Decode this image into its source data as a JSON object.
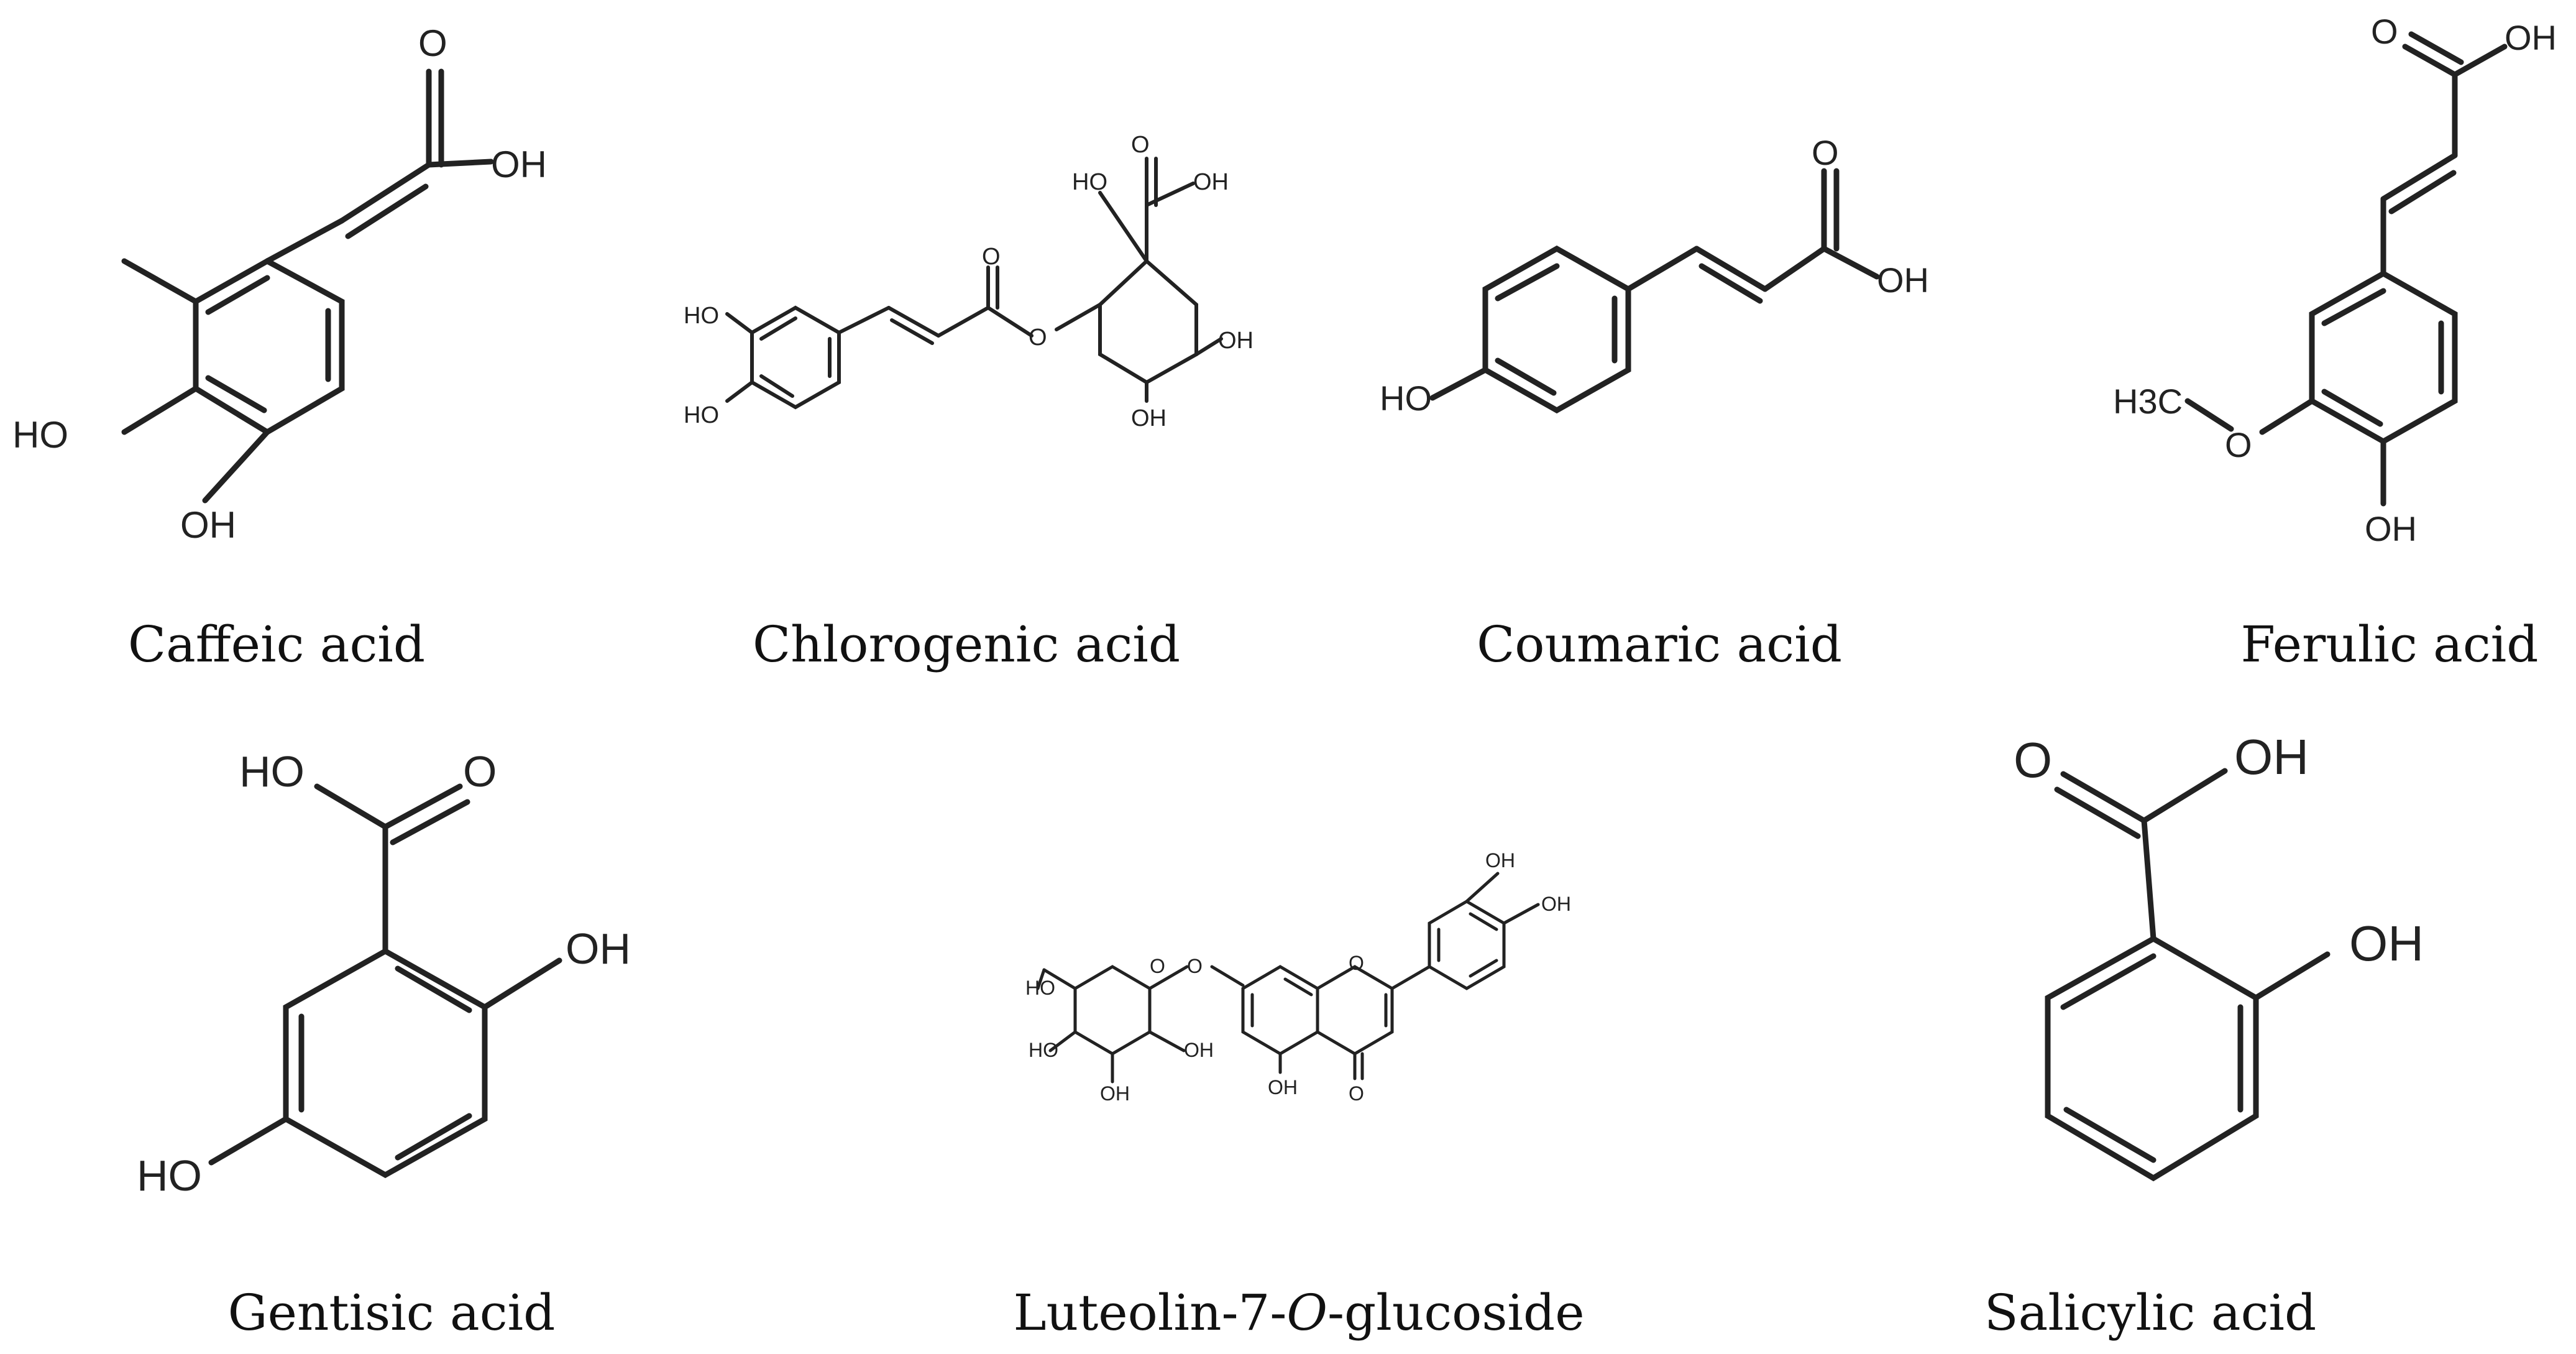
{
  "compounds": [
    {
      "name": "Caffeic acid",
      "atoms": [
        "O",
        "OH",
        "HO",
        "OH"
      ]
    },
    {
      "name": "Chlorogenic acid",
      "atoms": [
        "HO",
        "O",
        "OH",
        "O",
        "HO",
        "HO",
        "O",
        "OH",
        "OH"
      ]
    },
    {
      "name": "Coumaric acid",
      "atoms": [
        "O",
        "OH",
        "HO"
      ]
    },
    {
      "name": "Ferulic acid",
      "atoms": [
        "O",
        "OH",
        "H3C",
        "O",
        "OH"
      ]
    },
    {
      "name": "Gentisic acid",
      "atoms": [
        "HO",
        "O",
        "OH",
        "HO"
      ]
    },
    {
      "name_prefix": "Luteolin-7-",
      "name_italic": "O",
      "name_suffix": "-glucoside",
      "atoms": [
        "OH",
        "OH",
        "HO",
        "O",
        "O",
        "O",
        "HO",
        "OH",
        "OH",
        "OH",
        "O"
      ]
    },
    {
      "name": "Salicylic acid",
      "atoms": [
        "O",
        "OH",
        "OH"
      ]
    }
  ],
  "colors": {
    "bond": "#222222",
    "text": "#111111"
  }
}
